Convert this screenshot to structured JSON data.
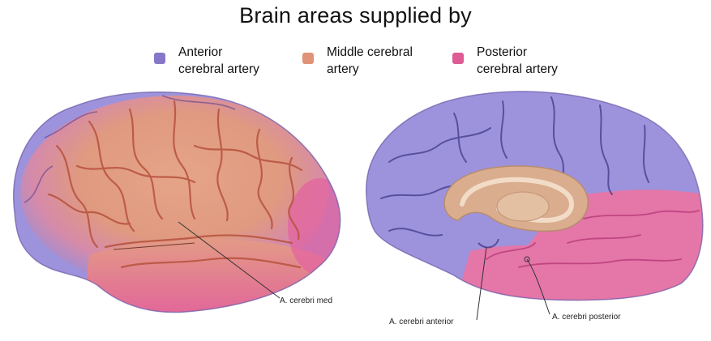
{
  "title": "Brain areas supplied by",
  "legend": [
    {
      "line1": "Anterior",
      "line2": "cerebral artery",
      "color": "#8777c9"
    },
    {
      "line1": "Middle cerebral",
      "line2": "artery",
      "color": "#e09377"
    },
    {
      "line1": "Posterior",
      "line2": "cerebral artery",
      "color": "#de5b93"
    }
  ],
  "labels": {
    "med": "A. cerebri med",
    "anterior": "A. cerebri anterior",
    "posterior": "A. cerebri posterior"
  },
  "colors": {
    "anterior": "#9d93dc",
    "middle": "#e69a7c",
    "posterior": "#e576a8",
    "callosum": "#d9ad8e"
  }
}
